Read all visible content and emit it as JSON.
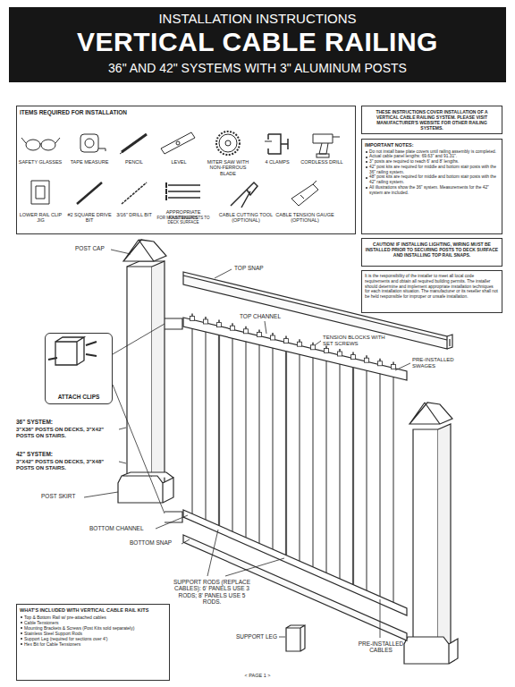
{
  "diagram": {
    "title": "VERTICAL CABLE RAILING",
    "nodes": [
      {
        "text": [
          "ITEMS REQUIRED FOR INSTALLATION"
        ]
      },
      {
        "text": [
          "THESE INSTRUCTIONS COVER INSTALLATION OF A VERTICAL CABLE RAILING SYSTEM. PLEASE VISIT MANUFACTURER'S WEBSITE FOR OTHER RAILING SYSTEMS."
        ]
      },
      {
        "text": [
          "IMPORTANT NOTES:",
          "Do not install base plate covers until railing assembly is completed.",
          "Actual cable panel lengths: 69.63\" and 91.31\".",
          "3\" posts are required to reach 6' and 8' lengths.",
          "42\" post kits are required for middle and bottom stair posts with the 36\" railing system.",
          "48\" post kits are required for middle and bottom stair posts with the 42\" railing system.",
          "All illustrations show the 36\" system. Measurements for the 42\" system are included."
        ]
      },
      {
        "text": [
          "CAUTION! IF INSTALLING LIGHTING, WIRING MUST BE INSTALLED PRIOR TO SECURING POSTS TO DECK SURFACE AND INSTALLING TOP RAIL SNAPS."
        ]
      },
      {
        "text": [
          "It is the responsibility of the installer to meet all local code requirements and obtain all required building permits. The installer should determine and implement appropriate installation techniques for each installation situation. The manufacturer or its reseller shall not be held responsible for improper or unsafe installation."
        ]
      },
      {
        "text": [
          "ATTACH CLIPS"
        ]
      },
      {
        "text": [
          "WHAT'S INCLUDED WITH VERTICAL CABLE RAIL KITS",
          "Top & Bottom Rail w/ pre-attached cables",
          "Cable Tensioners",
          "Mounting Brackets & Screws (Post Kits sold separately)",
          "Stainless Steel Support Rods",
          "Support Leg (required for sections over 4')",
          "Hex Bit for Cable Tensioners"
        ]
      }
    ],
    "labels": [
      "INSTALLATION INSTRUCTIONS",
      "36\" AND 42\" SYSTEMS WITH 3\" ALUMINUM POSTS",
      "SAFETY GLASSES",
      "TAPE MEASURE",
      "PENCIL",
      "LEVEL",
      "MITER SAW WITH NON-FERROUS BLADE",
      "4 CLAMPS",
      "CORDLESS DRILL",
      "LOWER RAIL CLIP JIG",
      "#2 SQUARE DRIVE BIT",
      "3/16\" DRILL BIT",
      "APPROPRIATE FASTENERS",
      "FOR MOUNTING POSTS TO DECK SURFACE",
      "CABLE CUTTING TOOL (OPTIONAL)",
      "CABLE TENSION GAUGE (OPTIONAL)",
      "POST CAP",
      "TOP SNAP",
      "TOP CHANNEL",
      "TENSION BLOCKS WITH SET SCREWS",
      "PRE-INSTALLED SWAGES",
      "36\" SYSTEM:",
      "3\"X36\" POSTS ON DECKS, 3\"X42\" POSTS ON STAIRS.",
      "42\" SYSTEM:",
      "3\"X42\" POSTS ON DECKS, 3\"X48\" POSTS ON STAIRS.",
      "POST SKIRT",
      "BOTTOM CHANNEL",
      "BOTTOM SNAP",
      "SUPPORT RODS (REPLACE CABLES): 6' PANELS USE 3 RODS; 8' PANELS USE 5 RODS.",
      "SUPPORT LEG",
      "PRE-INSTALLED CABLES",
      "< PAGE 1 >"
    ]
  }
}
